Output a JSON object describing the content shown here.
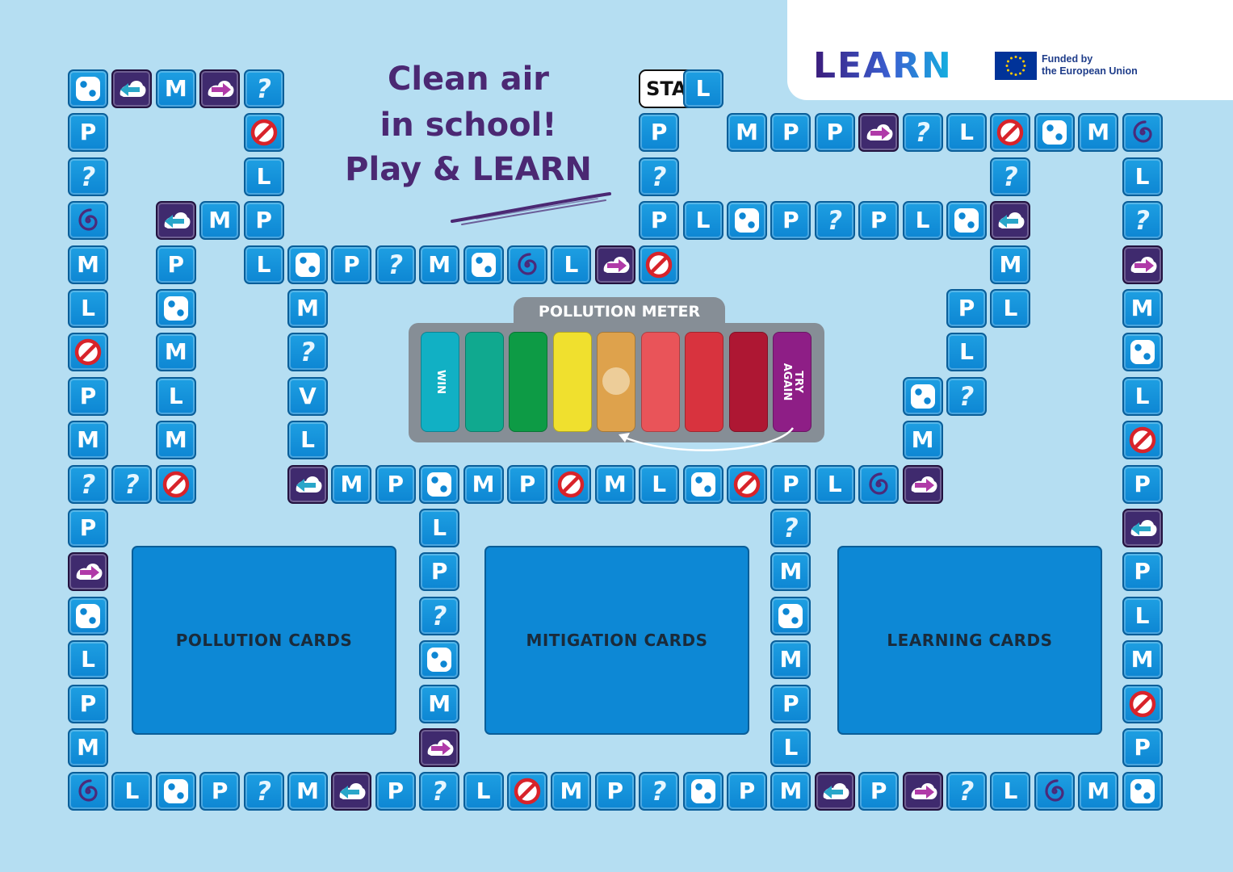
{
  "header": {
    "logo_text": "LEARN",
    "funding_line1": "Funded by",
    "funding_line2": "the European Union"
  },
  "title": {
    "line1": "Clean air",
    "line2": "in school!",
    "line3": "Play & LEARN"
  },
  "meter": {
    "label": "POLLUTION METER",
    "win_label": "WIN",
    "try_again_label": "TRY AGAIN",
    "current_level": 5,
    "total_levels": 9,
    "segment_colors": [
      "#11b0c4",
      "#10a98f",
      "#0d9b45",
      "#f0e02e",
      "#dea24c",
      "#e95459",
      "#d8333e",
      "#ae1733",
      "#8e1e86"
    ]
  },
  "cards": {
    "pollution": "POLLUTION CARDS",
    "mitigation": "MITIGATION CARDS",
    "learning": "LEARNING CARDS"
  },
  "start_label": "START",
  "tile_types": {
    "L": "L",
    "M": "M",
    "P": "P",
    "V": "V",
    "?": "?",
    "dice": "dice-icon",
    "ban": "no-entry-icon",
    "swirl": "swirl-icon",
    "arrow_left": "arrow-back-icon",
    "arrow_right": "arrow-forward-icon"
  },
  "colors": {
    "background": "#b5def2",
    "tile": "#0d86d3",
    "dark_tile": "#3f2a6e",
    "title": "#4b2873"
  }
}
